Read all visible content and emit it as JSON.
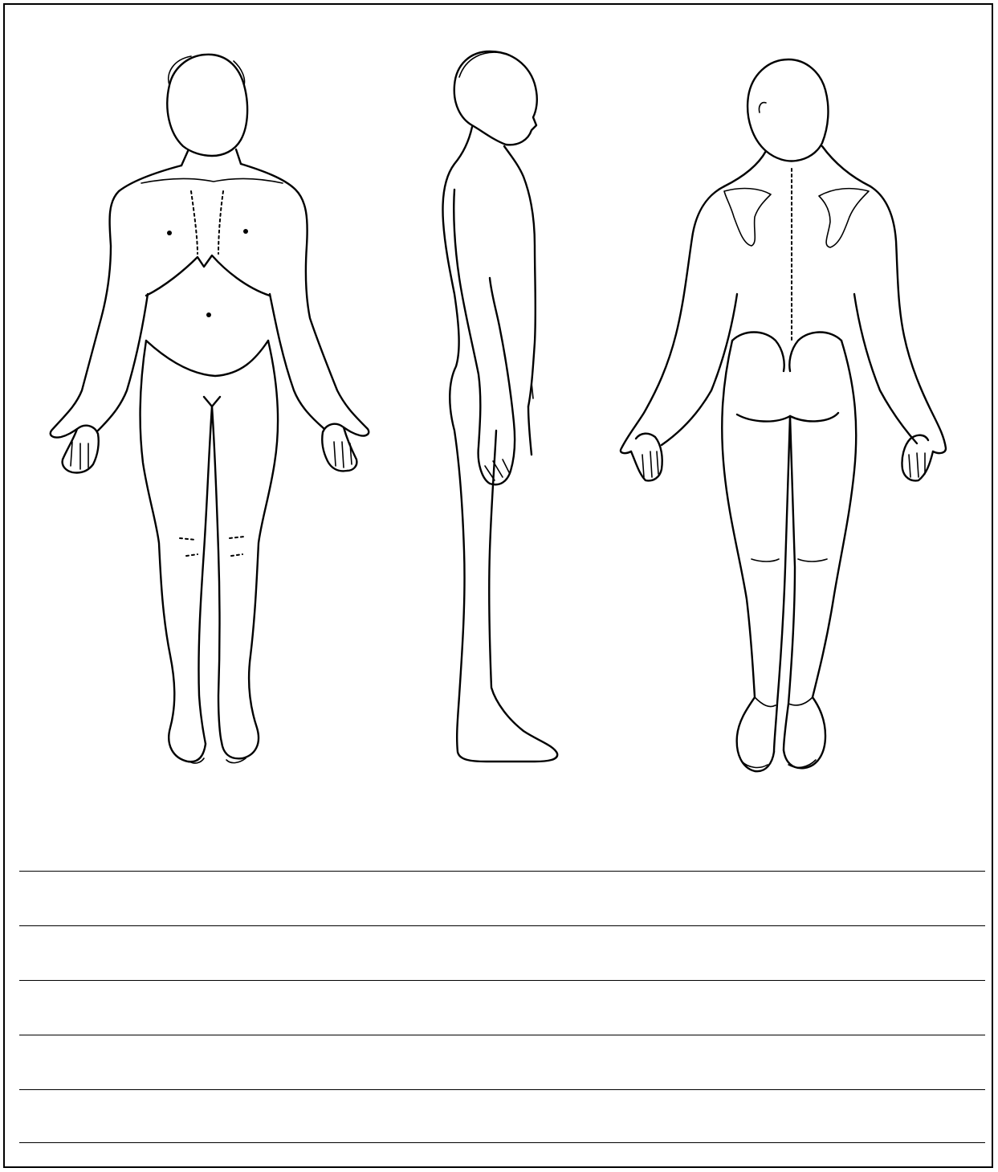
{
  "form": {
    "figures": [
      {
        "view": "front",
        "icon": "human-figure-front"
      },
      {
        "view": "side",
        "icon": "human-figure-side"
      },
      {
        "view": "back",
        "icon": "human-figure-back"
      }
    ],
    "writing_lines": 6
  }
}
